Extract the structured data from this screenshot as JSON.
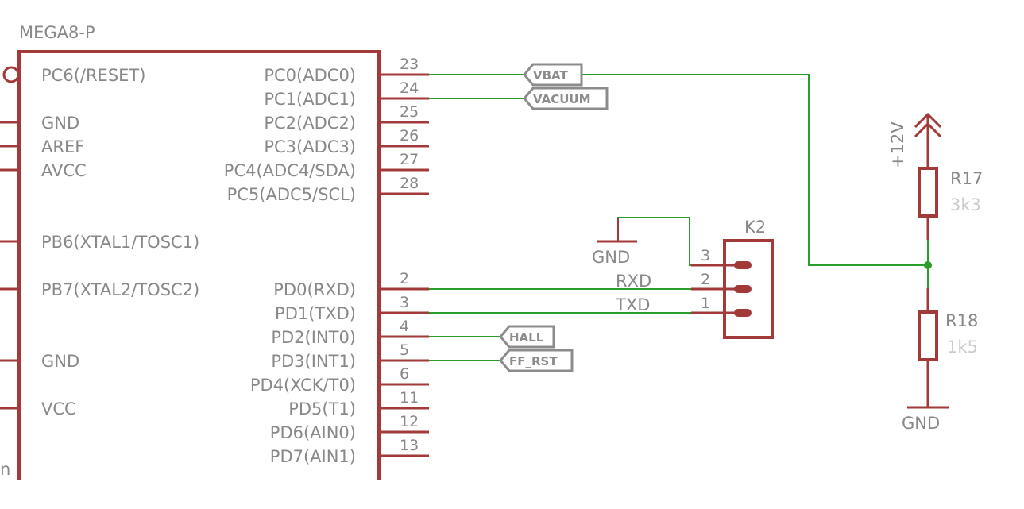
{
  "chip": {
    "name": "MEGA8-P",
    "left_pins": [
      {
        "label": "PC6(/RESET)"
      },
      {
        "label": "GND"
      },
      {
        "label": "AREF"
      },
      {
        "label": "AVCC"
      },
      {
        "label": "PB6(XTAL1/TOSC1)"
      },
      {
        "label": "PB7(XTAL2/TOSC2)"
      },
      {
        "label": "GND"
      },
      {
        "label": "VCC"
      }
    ],
    "right_pins": [
      {
        "label": "PC0(ADC0)",
        "num": "23"
      },
      {
        "label": "PC1(ADC1)",
        "num": "24"
      },
      {
        "label": "PC2(ADC2)",
        "num": "25"
      },
      {
        "label": "PC3(ADC3)",
        "num": "26"
      },
      {
        "label": "PC4(ADC4/SDA)",
        "num": "27"
      },
      {
        "label": "PC5(ADC5/SCL)",
        "num": "28"
      },
      {
        "label": "PD0(RXD)",
        "num": "2"
      },
      {
        "label": "PD1(TXD)",
        "num": "3"
      },
      {
        "label": "PD2(INT0)",
        "num": "4"
      },
      {
        "label": "PD3(INT1)",
        "num": "5"
      },
      {
        "label": "PD4(XCK/T0)",
        "num": "6"
      },
      {
        "label": "PD5(T1)",
        "num": "11"
      },
      {
        "label": "PD6(AIN0)",
        "num": "12"
      },
      {
        "label": "PD7(AIN1)",
        "num": "13"
      }
    ],
    "partial_text": "n"
  },
  "net_labels": [
    "VBAT",
    "VACUUM",
    "HALL",
    "FF_RST"
  ],
  "connector": {
    "name": "K2",
    "pins": [
      "3",
      "2",
      "1"
    ],
    "signals": [
      "RXD",
      "TXD"
    ],
    "gnd": "GND"
  },
  "resistors": [
    {
      "name": "R17",
      "value": "3k3"
    },
    {
      "name": "R18",
      "value": "1k5"
    }
  ],
  "power": {
    "supply": "+12V",
    "gnd": "GND"
  }
}
